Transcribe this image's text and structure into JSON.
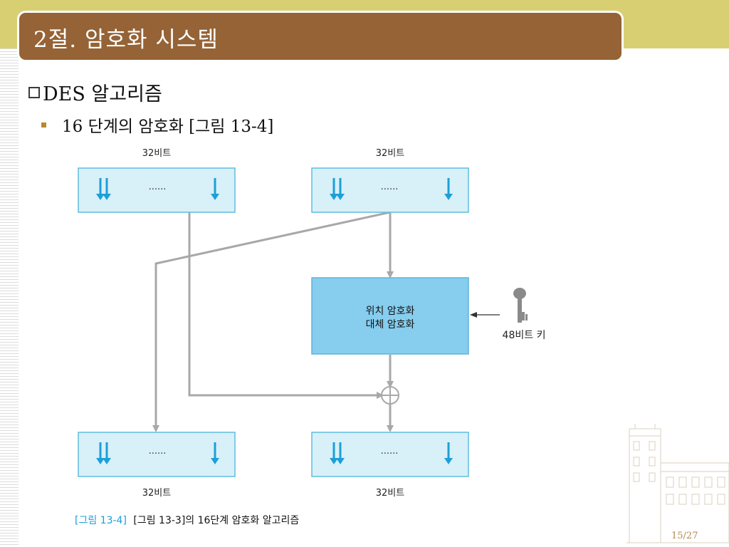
{
  "slide": {
    "title": "2절. 암호화 시스템",
    "bullet1": "DES 알고리즘",
    "bullet2": "16 단계의 암호화 [그림 13-4]",
    "page": "15/27"
  },
  "diagram": {
    "top_left_label": "32비트",
    "top_right_label": "32비트",
    "bottom_left_label": "32비트",
    "bottom_right_label": "32비트",
    "dots": "......",
    "process_line1": "위치 암호화",
    "process_line2": "대체 암호화",
    "key_label": "48비트 키",
    "caption_ref": "[그림 13-4]",
    "caption_text": "[그림 13-3]의 16단계 암호화 알고리즘"
  },
  "colors": {
    "title_bar": "#956336",
    "top_band": "#d8cf73",
    "block_fill": "#d8f0f8",
    "process_fill": "#86cdee",
    "arrow_blue": "#1d9fd8",
    "line_gray": "#a8a8a8"
  }
}
